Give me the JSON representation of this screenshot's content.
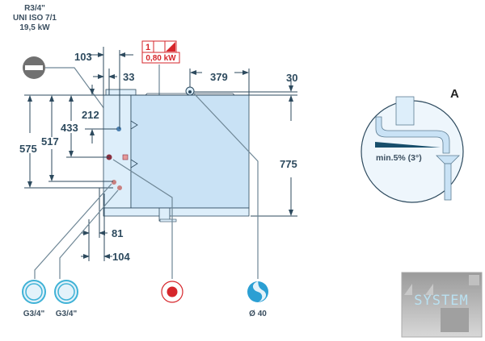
{
  "gas": {
    "thread": "R3/4\"",
    "standard": "UNI ISO 7/1",
    "power": "19,5 kW",
    "icon": "gas-connection-icon"
  },
  "electric": {
    "phase": "1",
    "power": "0,80 kW",
    "icon": "electric-connection-icon"
  },
  "dimensions": {
    "d103": "103",
    "d33": "33",
    "d379": "379",
    "d30": "30",
    "d212": "212",
    "d433": "433",
    "d517": "517",
    "d575": "575",
    "d775": "775",
    "d81": "81",
    "d104": "104"
  },
  "connections": [
    {
      "label": "G3/4\"",
      "icon": "water-inlet-icon"
    },
    {
      "label": "G3/4\"",
      "icon": "water-inlet-icon"
    },
    {
      "label": "",
      "icon": "electrical-supply-icon"
    },
    {
      "label": "Ø 40",
      "icon": "drain-icon"
    }
  ],
  "detail": {
    "title": "A",
    "slope": "min.5% (3°)"
  },
  "logo": {
    "text": "SYSTEM"
  },
  "colors": {
    "body": "#c9e2f5",
    "line": "#2d4a5e",
    "water": "#3fb2d6",
    "electric": "#d6262b",
    "gas": "#6e6e6e"
  }
}
